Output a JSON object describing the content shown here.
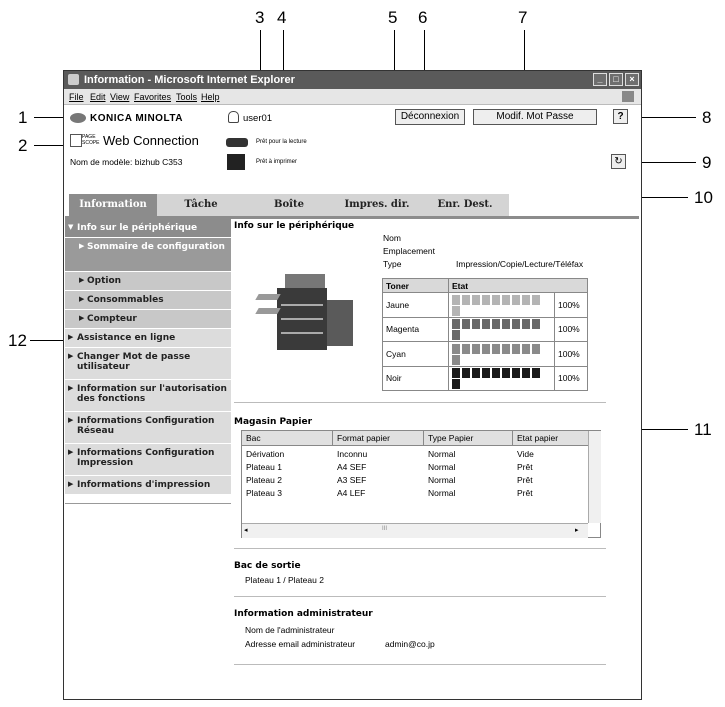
{
  "callouts": [
    "1",
    "2",
    "3",
    "4",
    "5",
    "6",
    "7",
    "8",
    "9",
    "10",
    "11",
    "12"
  ],
  "window": {
    "title": "Information - Microsoft Internet Explorer",
    "menu": [
      "File",
      "Edit",
      "View",
      "Favorites",
      "Tools",
      "Help"
    ]
  },
  "header": {
    "brand": "KONICA MINOLTA",
    "pagescope": "PAGE SCOPE",
    "web_connection": "Web Connection",
    "model_label": "Nom de modèle: bizhub C353",
    "user": "user01",
    "status_read": "Prêt pour la lecture",
    "status_print": "Prêt à imprimer",
    "logout_button": "Déconnexion",
    "change_password_button": "Modif. Mot Passe",
    "help_button": "?"
  },
  "tabs": [
    "Information",
    "Tâche",
    "Boîte",
    "Impres. dir.",
    "Enr. Dest."
  ],
  "sidebar": [
    {
      "label": "Info sur le périphérique",
      "kind": "head"
    },
    {
      "label": "Sommaire de configuration",
      "kind": "subsel"
    },
    {
      "label": "Option",
      "kind": "sub"
    },
    {
      "label": "Consommables",
      "kind": "sub"
    },
    {
      "label": "Compteur",
      "kind": "sub"
    },
    {
      "label": "Assistance en ligne",
      "kind": "item"
    },
    {
      "label": "Changer Mot de passe utilisateur",
      "kind": "item"
    },
    {
      "label": "Information sur l'autorisation des fonctions",
      "kind": "item"
    },
    {
      "label": "Informations Configuration Réseau",
      "kind": "item"
    },
    {
      "label": "Informations Configuration Impression",
      "kind": "item"
    },
    {
      "label": "Informations d'impression",
      "kind": "item"
    }
  ],
  "device": {
    "title": "Info sur le périphérique",
    "name_label": "Nom",
    "location_label": "Emplacement",
    "type_label": "Type",
    "type_value": "Impression/Copie/Lecture/Téléfax",
    "toner_header": "Toner",
    "state_header": "Etat",
    "toners": [
      {
        "name": "Jaune",
        "level": "100%",
        "color": "#b4b4b4"
      },
      {
        "name": "Magenta",
        "level": "100%",
        "color": "#6a6a6a"
      },
      {
        "name": "Cyan",
        "level": "100%",
        "color": "#8a8a8a"
      },
      {
        "name": "Noir",
        "level": "100%",
        "color": "#1a1a1a"
      }
    ]
  },
  "paper": {
    "title": "Magasin Papier",
    "headers": [
      "Bac",
      "Format papier",
      "Type Papier",
      "Etat papier"
    ],
    "rows": [
      [
        "Dérivation",
        "Inconnu",
        "Normal",
        "Vide"
      ],
      [
        "Plateau 1",
        "A4 SEF",
        "Normal",
        "Prêt"
      ],
      [
        "Plateau 2",
        "A3 SEF",
        "Normal",
        "Prêt"
      ],
      [
        "Plateau 3",
        "A4 LEF",
        "Normal",
        "Prêt"
      ]
    ],
    "scroll_thumb": "III"
  },
  "output": {
    "title": "Bac de sortie",
    "value": "Plateau 1 / Plateau 2"
  },
  "admin": {
    "title": "Information administrateur",
    "name_label": "Nom de l'administrateur",
    "email_label": "Adresse email administrateur",
    "email_value": "admin@co.jp"
  }
}
